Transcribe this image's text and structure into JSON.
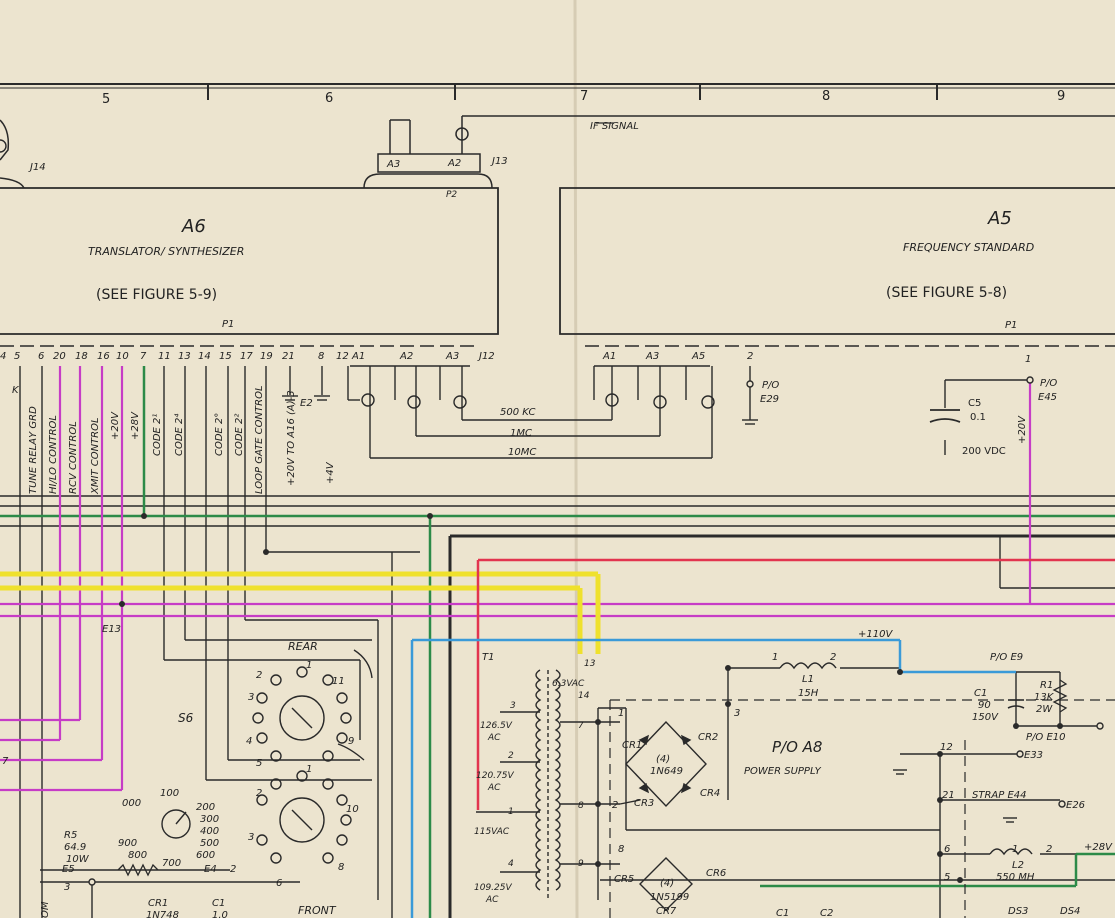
{
  "grid": {
    "columns": [
      "5",
      "6",
      "7",
      "8",
      "9"
    ]
  },
  "modules": {
    "a6": {
      "ref": "A6",
      "title": "TRANSLATOR/ SYNTHESIZER",
      "figure": "(SEE FIGURE 5-9)",
      "plug": "P1",
      "jack": "J12"
    },
    "a5": {
      "ref": "A5",
      "title": "FREQUENCY  STANDARD",
      "figure": "(SEE FIGURE 5-8)",
      "plug": "P1"
    },
    "j13": {
      "ref": "J13",
      "plug": "P2",
      "pins": [
        "A3",
        "A2"
      ]
    },
    "j14": {
      "ref": "J14"
    }
  },
  "pins": {
    "a6": [
      "4",
      "5",
      "6",
      "20",
      "18",
      "16",
      "10",
      "7",
      "11",
      "13",
      "14",
      "15",
      "17",
      "19",
      "21",
      "8",
      "12",
      "A1",
      "A2",
      "A3"
    ],
    "a5": [
      "A1",
      "A3",
      "A5",
      "2",
      "1"
    ]
  },
  "signals": {
    "if_signal": "IF SIGNAL",
    "kc500": "500 KC",
    "mc1": "1MC",
    "mc10": "10MC",
    "plus110v": "+110V",
    "vertical": [
      "TUNE RELAY GRD",
      "HI/LO CONTROL",
      "RCV CONTROL",
      "XMIT CONTROL",
      "+20V",
      "+28V",
      "CODE 2¹",
      "CODE 2⁴",
      "CODE 2°",
      "CODE 2²",
      "LOOP GATE CONTROL",
      "+20V TO A16 (A)-3",
      "+4V"
    ],
    "plus20v_right": "+20V",
    "k_label": "K"
  },
  "terminals": {
    "e2": "E2",
    "e29_a": "P/O",
    "e29_b": "E29",
    "e45_a": "P/O",
    "e45_b": "E45",
    "e13": "E13",
    "e9": "P/O  E9",
    "e10": "P/O  E10",
    "e33": "E33",
    "e26": "E26",
    "strap": "STRAP E44",
    "e5": "E5",
    "e4": "E4",
    "e4_pin": "2",
    "pin3": "3",
    "pin7": "7"
  },
  "components": {
    "c5": {
      "ref": "C5",
      "value": "0.1",
      "rating": "200 VDC"
    },
    "t1": {
      "ref": "T1",
      "tap_ac": "6.3VAC",
      "pin13": "13",
      "pin14": "14",
      "pins_left": [
        "3",
        "2",
        "1",
        "4"
      ],
      "pins_right": [
        "7",
        "8",
        "9"
      ],
      "v3": [
        "126.5V",
        "AC"
      ],
      "v2": [
        "120.75V",
        "AC"
      ],
      "v1": [
        "115VAC"
      ],
      "v4": [
        "109.25V",
        "AC"
      ]
    },
    "l1": {
      "ref": "L1",
      "value": "15H",
      "pins": [
        "1",
        "2"
      ]
    },
    "c1": {
      "ref": "C1",
      "value": "90",
      "rating": "150V"
    },
    "r1": {
      "ref": "R1",
      "value": "13K",
      "rating": "2W"
    },
    "a8": {
      "ref": "P/O A8",
      "title": "POWER SUPPLY"
    },
    "cr1": "CR1",
    "cr2": "CR2",
    "cr3": "CR3",
    "cr4": "CR4",
    "bridge_top": {
      "count": "(4)",
      "part": "1N649"
    },
    "bridge_bottom": {
      "count": "(4)",
      "part": "1N5199"
    },
    "cr5": "CR5",
    "cr6": "CR6",
    "cr7": "CR7",
    "l2": {
      "ref": "L2",
      "value": "550 MH",
      "pins": [
        "1",
        "2"
      ]
    },
    "r5": {
      "ref": "R5",
      "value": "64.9",
      "rating": "10W"
    },
    "s6": {
      "ref": "S6",
      "rear": "REAR",
      "front": "FRONT",
      "rear_pins": [
        "3",
        "2",
        "4",
        "5",
        "11",
        "9",
        "1"
      ],
      "front_pins": [
        "2",
        "3",
        "10",
        "6",
        "8",
        "1"
      ]
    },
    "dial": {
      "values": [
        "100",
        "200",
        "300",
        "400",
        "500",
        "600",
        "700",
        "800",
        "900",
        "000"
      ]
    },
    "bottom": {
      "cr1": "CR1",
      "part": "1N748",
      "c1": "C1",
      "c1_val": "1.0",
      "c1b": "C1",
      "c2": "C2"
    },
    "ds3": "DS3",
    "ds4": "DS4",
    "node_pins": {
      "n1": "1",
      "n2": "2",
      "n3": "3",
      "n8": "8",
      "n12": "12",
      "n21": "21",
      "n6": "6",
      "n5": "5"
    },
    "plus28v": "+28V",
    "om": "OM"
  },
  "colors": {
    "paper": "#ece4cf",
    "ink": "#2a2a2a",
    "green": "#2c8a48",
    "magenta": "#c63cc6",
    "yellow": "#efe12c",
    "red": "#e2344f",
    "blue": "#3a9ad8",
    "gray": "#777777"
  }
}
